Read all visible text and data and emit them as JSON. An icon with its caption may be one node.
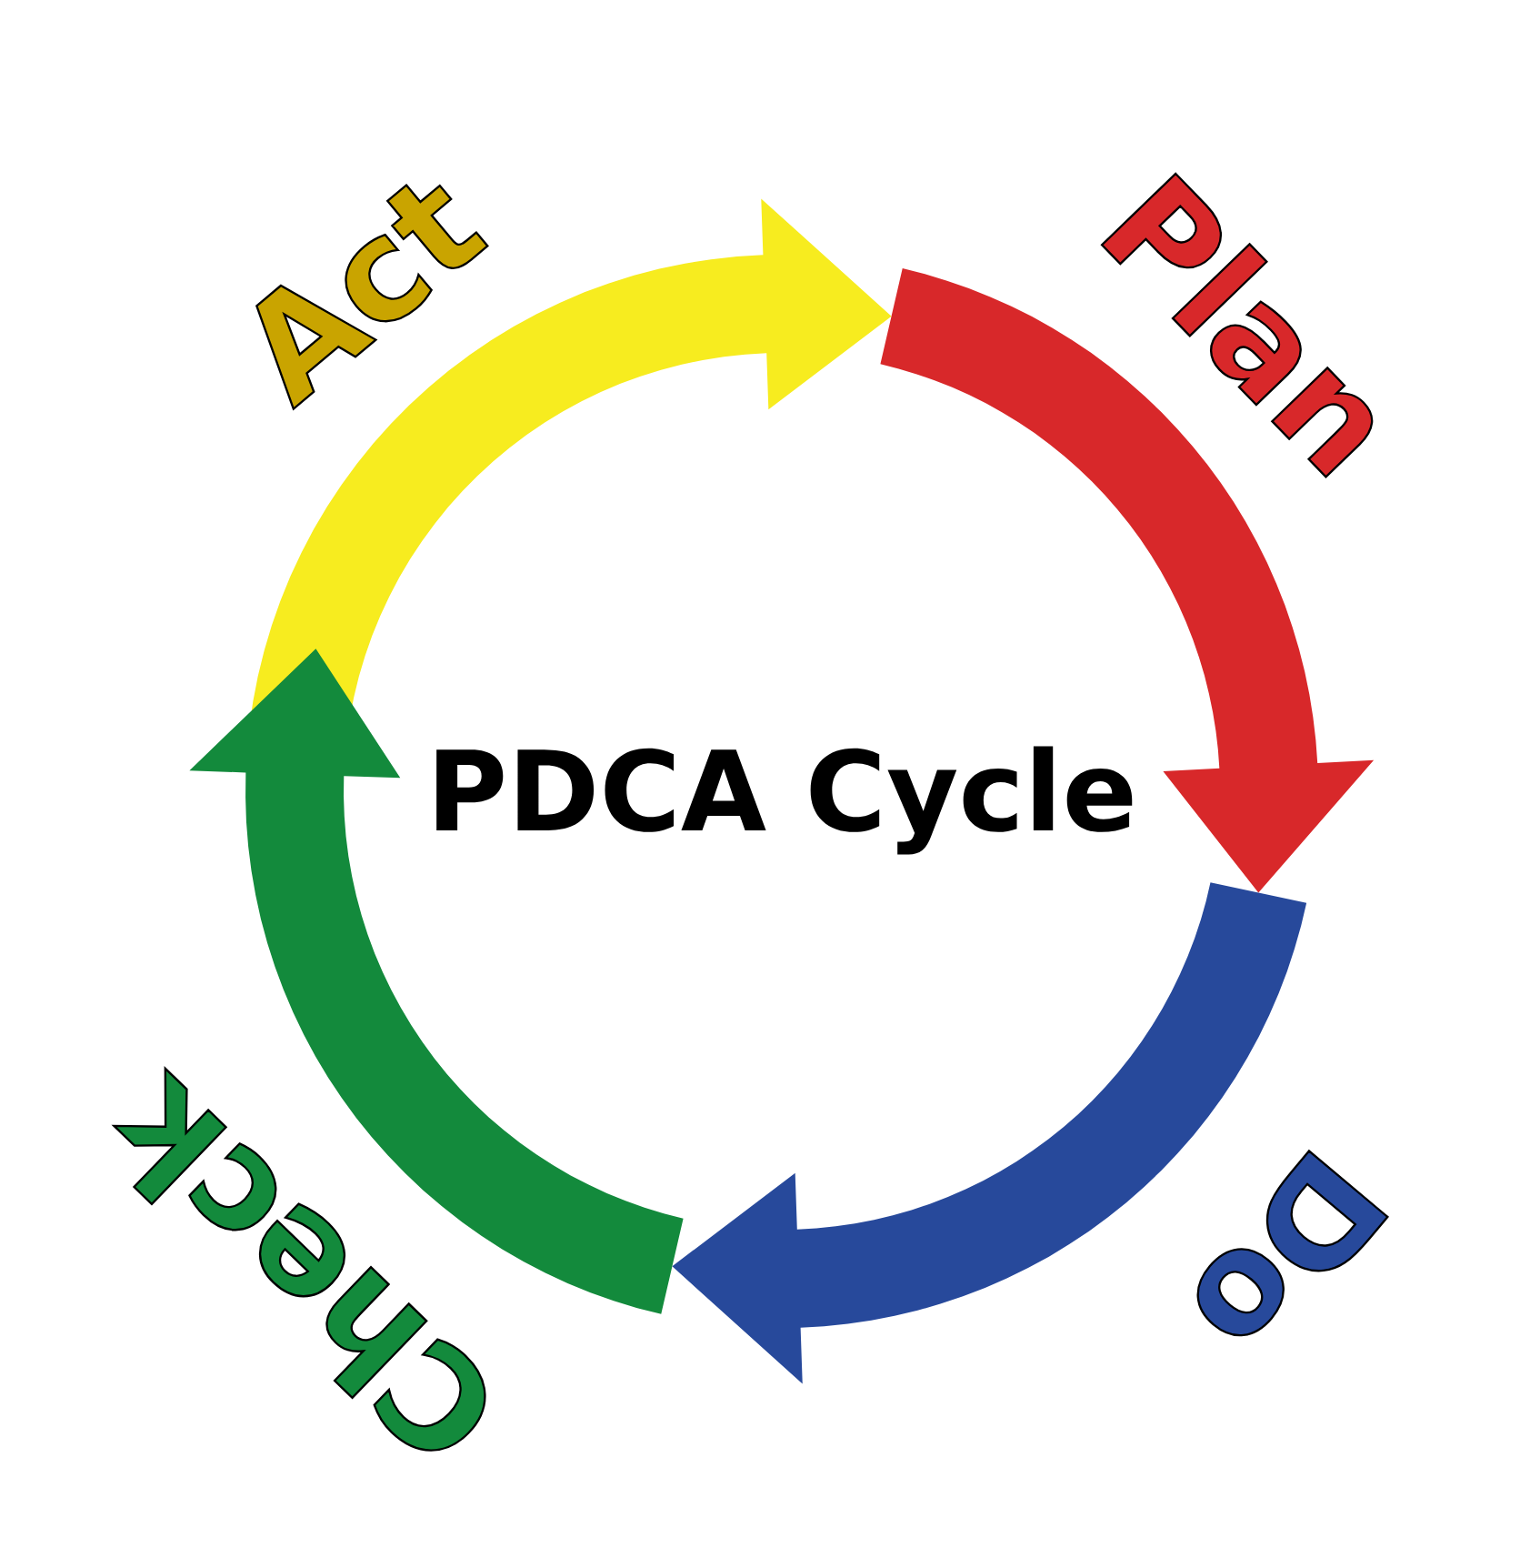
{
  "diagram": {
    "title": "PDCA Cycle",
    "labels": [
      "Act",
      "Plan",
      "Do",
      "Check"
    ]
  }
}
